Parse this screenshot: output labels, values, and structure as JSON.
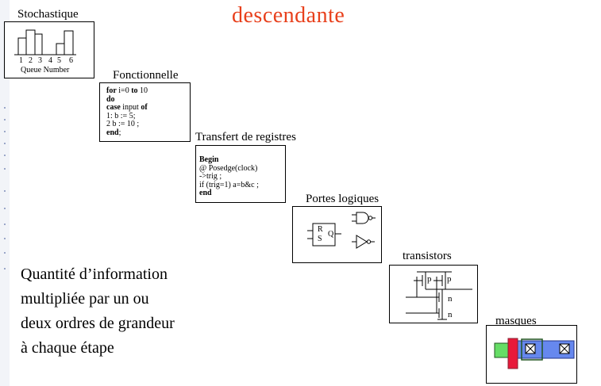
{
  "slide": {
    "title": "descendante",
    "levels": {
      "stochastique": {
        "label": "Stochastique",
        "histogram": {
          "ticks": [
            "1",
            "2",
            "3",
            "4",
            "5",
            "6"
          ],
          "xlabel": "Queue Number"
        }
      },
      "fonctionnelle": {
        "label": "Fonctionnelle",
        "code": [
          [
            {
              "t": "for",
              "b": true
            },
            {
              "t": " i=0 "
            },
            {
              "t": "to",
              "b": true
            },
            {
              "t": " 10"
            }
          ],
          [
            {
              "t": "do",
              "b": true
            }
          ],
          [
            {
              "t": "case",
              "b": true
            },
            {
              "t": " input "
            },
            {
              "t": "of",
              "b": true
            }
          ],
          [
            {
              "t": "1: b := 5;"
            }
          ],
          [
            {
              "t": "2 b := 10 ;"
            }
          ],
          [
            {
              "t": "end",
              "b": true
            },
            {
              "t": ";"
            }
          ]
        ]
      },
      "transfert": {
        "label": "Transfert de registres",
        "code": [
          [
            {
              "t": "Begin",
              "b": true
            }
          ],
          [
            {
              "t": "@ Posedge(clock)"
            }
          ],
          [
            {
              "t": "->trig ;"
            }
          ],
          [
            {
              "t": "if (trig=1) a=b&c ;"
            }
          ],
          [
            {
              "t": "end",
              "b": true
            }
          ]
        ]
      },
      "portes": {
        "label": "Portes logiques",
        "latch": {
          "r": "R",
          "s": "S",
          "q": "Q"
        }
      },
      "transistors": {
        "label": "transistors",
        "types": [
          "p",
          "p",
          "n",
          "n"
        ]
      },
      "masques": {
        "label": "masques"
      }
    },
    "quantite": [
      "Quantité d’information",
      "multipliée par un ou",
      "deux ordres de grandeur",
      "à chaque étape"
    ]
  }
}
